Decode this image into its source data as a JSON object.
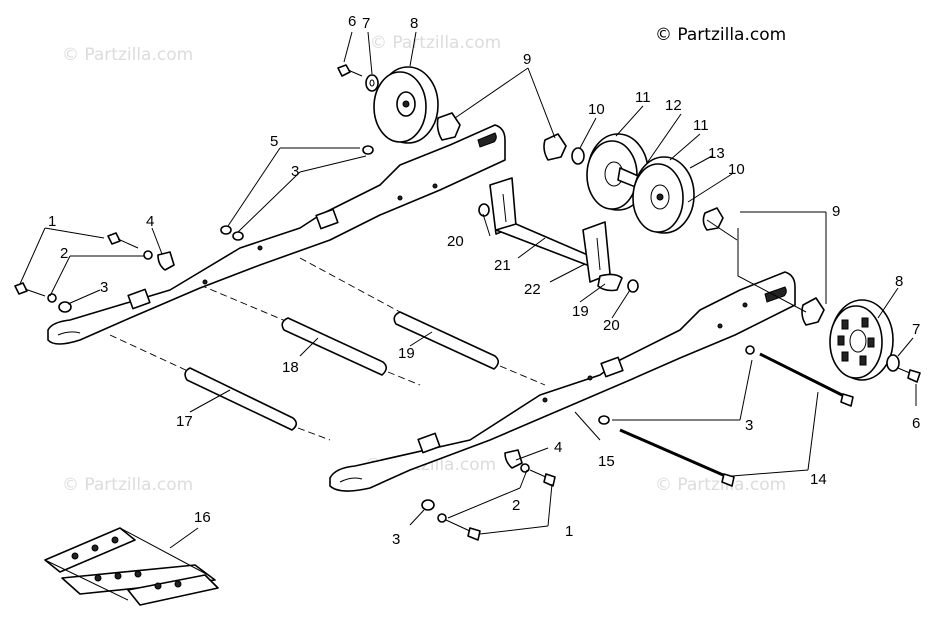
{
  "watermarks": {
    "main": "© Partzilla.com",
    "faded": "© Partzilla.com"
  },
  "callouts": {
    "c1a": "1",
    "c1b": "1",
    "c2a": "2",
    "c2b": "2",
    "c3a": "3",
    "c3b": "3",
    "c3c": "3",
    "c3d": "3",
    "c4a": "4",
    "c4b": "4",
    "c5": "5",
    "c6a": "6",
    "c6b": "6",
    "c7a": "7",
    "c7b": "7",
    "c8a": "8",
    "c8b": "8",
    "c9a": "9",
    "c9b": "9",
    "c10a": "10",
    "c10b": "10",
    "c11a": "11",
    "c11b": "11",
    "c12": "12",
    "c13": "13",
    "c14": "14",
    "c15": "15",
    "c16": "16",
    "c17": "17",
    "c18": "18",
    "c19a": "19",
    "c19b": "19",
    "c20a": "20",
    "c20b": "20",
    "c21": "21",
    "c22": "22"
  }
}
